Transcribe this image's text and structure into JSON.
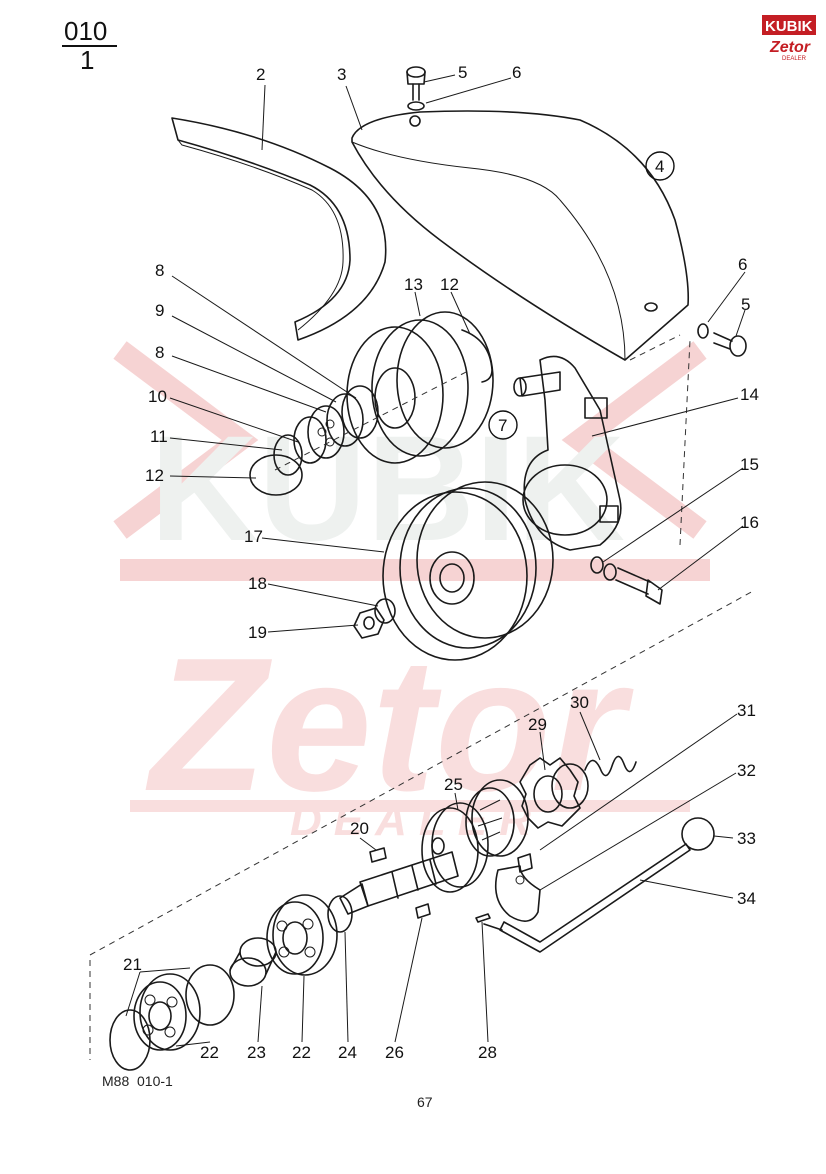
{
  "header": {
    "group_code": "010",
    "sheet_number": "1"
  },
  "logo": {
    "top_text": "KUBIK",
    "middle_text": "Zetor",
    "bottom_text": "DEALER"
  },
  "watermark": {
    "brand_text": "KUBIK",
    "zetor_text": "Zetor",
    "dealer_text": "DEALER"
  },
  "parts": [
    {
      "id": "p2",
      "label": "2"
    },
    {
      "id": "p3",
      "label": "3"
    },
    {
      "id": "p5a",
      "label": "5"
    },
    {
      "id": "p6a",
      "label": "6"
    },
    {
      "id": "p4",
      "label": "4"
    },
    {
      "id": "p6b",
      "label": "6"
    },
    {
      "id": "p5b",
      "label": "5"
    },
    {
      "id": "p8a",
      "label": "8"
    },
    {
      "id": "p13",
      "label": "13"
    },
    {
      "id": "p12a",
      "label": "12"
    },
    {
      "id": "p9",
      "label": "9"
    },
    {
      "id": "p8b",
      "label": "8"
    },
    {
      "id": "p14",
      "label": "14"
    },
    {
      "id": "p10",
      "label": "10"
    },
    {
      "id": "p7",
      "label": "7"
    },
    {
      "id": "p11",
      "label": "11"
    },
    {
      "id": "p12b",
      "label": "12"
    },
    {
      "id": "p15",
      "label": "15"
    },
    {
      "id": "p16",
      "label": "16"
    },
    {
      "id": "p17",
      "label": "17"
    },
    {
      "id": "p18",
      "label": "18"
    },
    {
      "id": "p19",
      "label": "19"
    },
    {
      "id": "p30",
      "label": "30"
    },
    {
      "id": "p31",
      "label": "31"
    },
    {
      "id": "p29",
      "label": "29"
    },
    {
      "id": "p32",
      "label": "32"
    },
    {
      "id": "p25",
      "label": "25"
    },
    {
      "id": "p33",
      "label": "33"
    },
    {
      "id": "p20",
      "label": "20"
    },
    {
      "id": "p34",
      "label": "34"
    },
    {
      "id": "p21",
      "label": "21"
    },
    {
      "id": "p22a",
      "label": "22"
    },
    {
      "id": "p23",
      "label": "23"
    },
    {
      "id": "p22b",
      "label": "22"
    },
    {
      "id": "p24",
      "label": "24"
    },
    {
      "id": "p26",
      "label": "26"
    },
    {
      "id": "p28",
      "label": "28"
    }
  ],
  "footer": {
    "drawing_ref": "M88  010-1",
    "page_number": "67"
  }
}
